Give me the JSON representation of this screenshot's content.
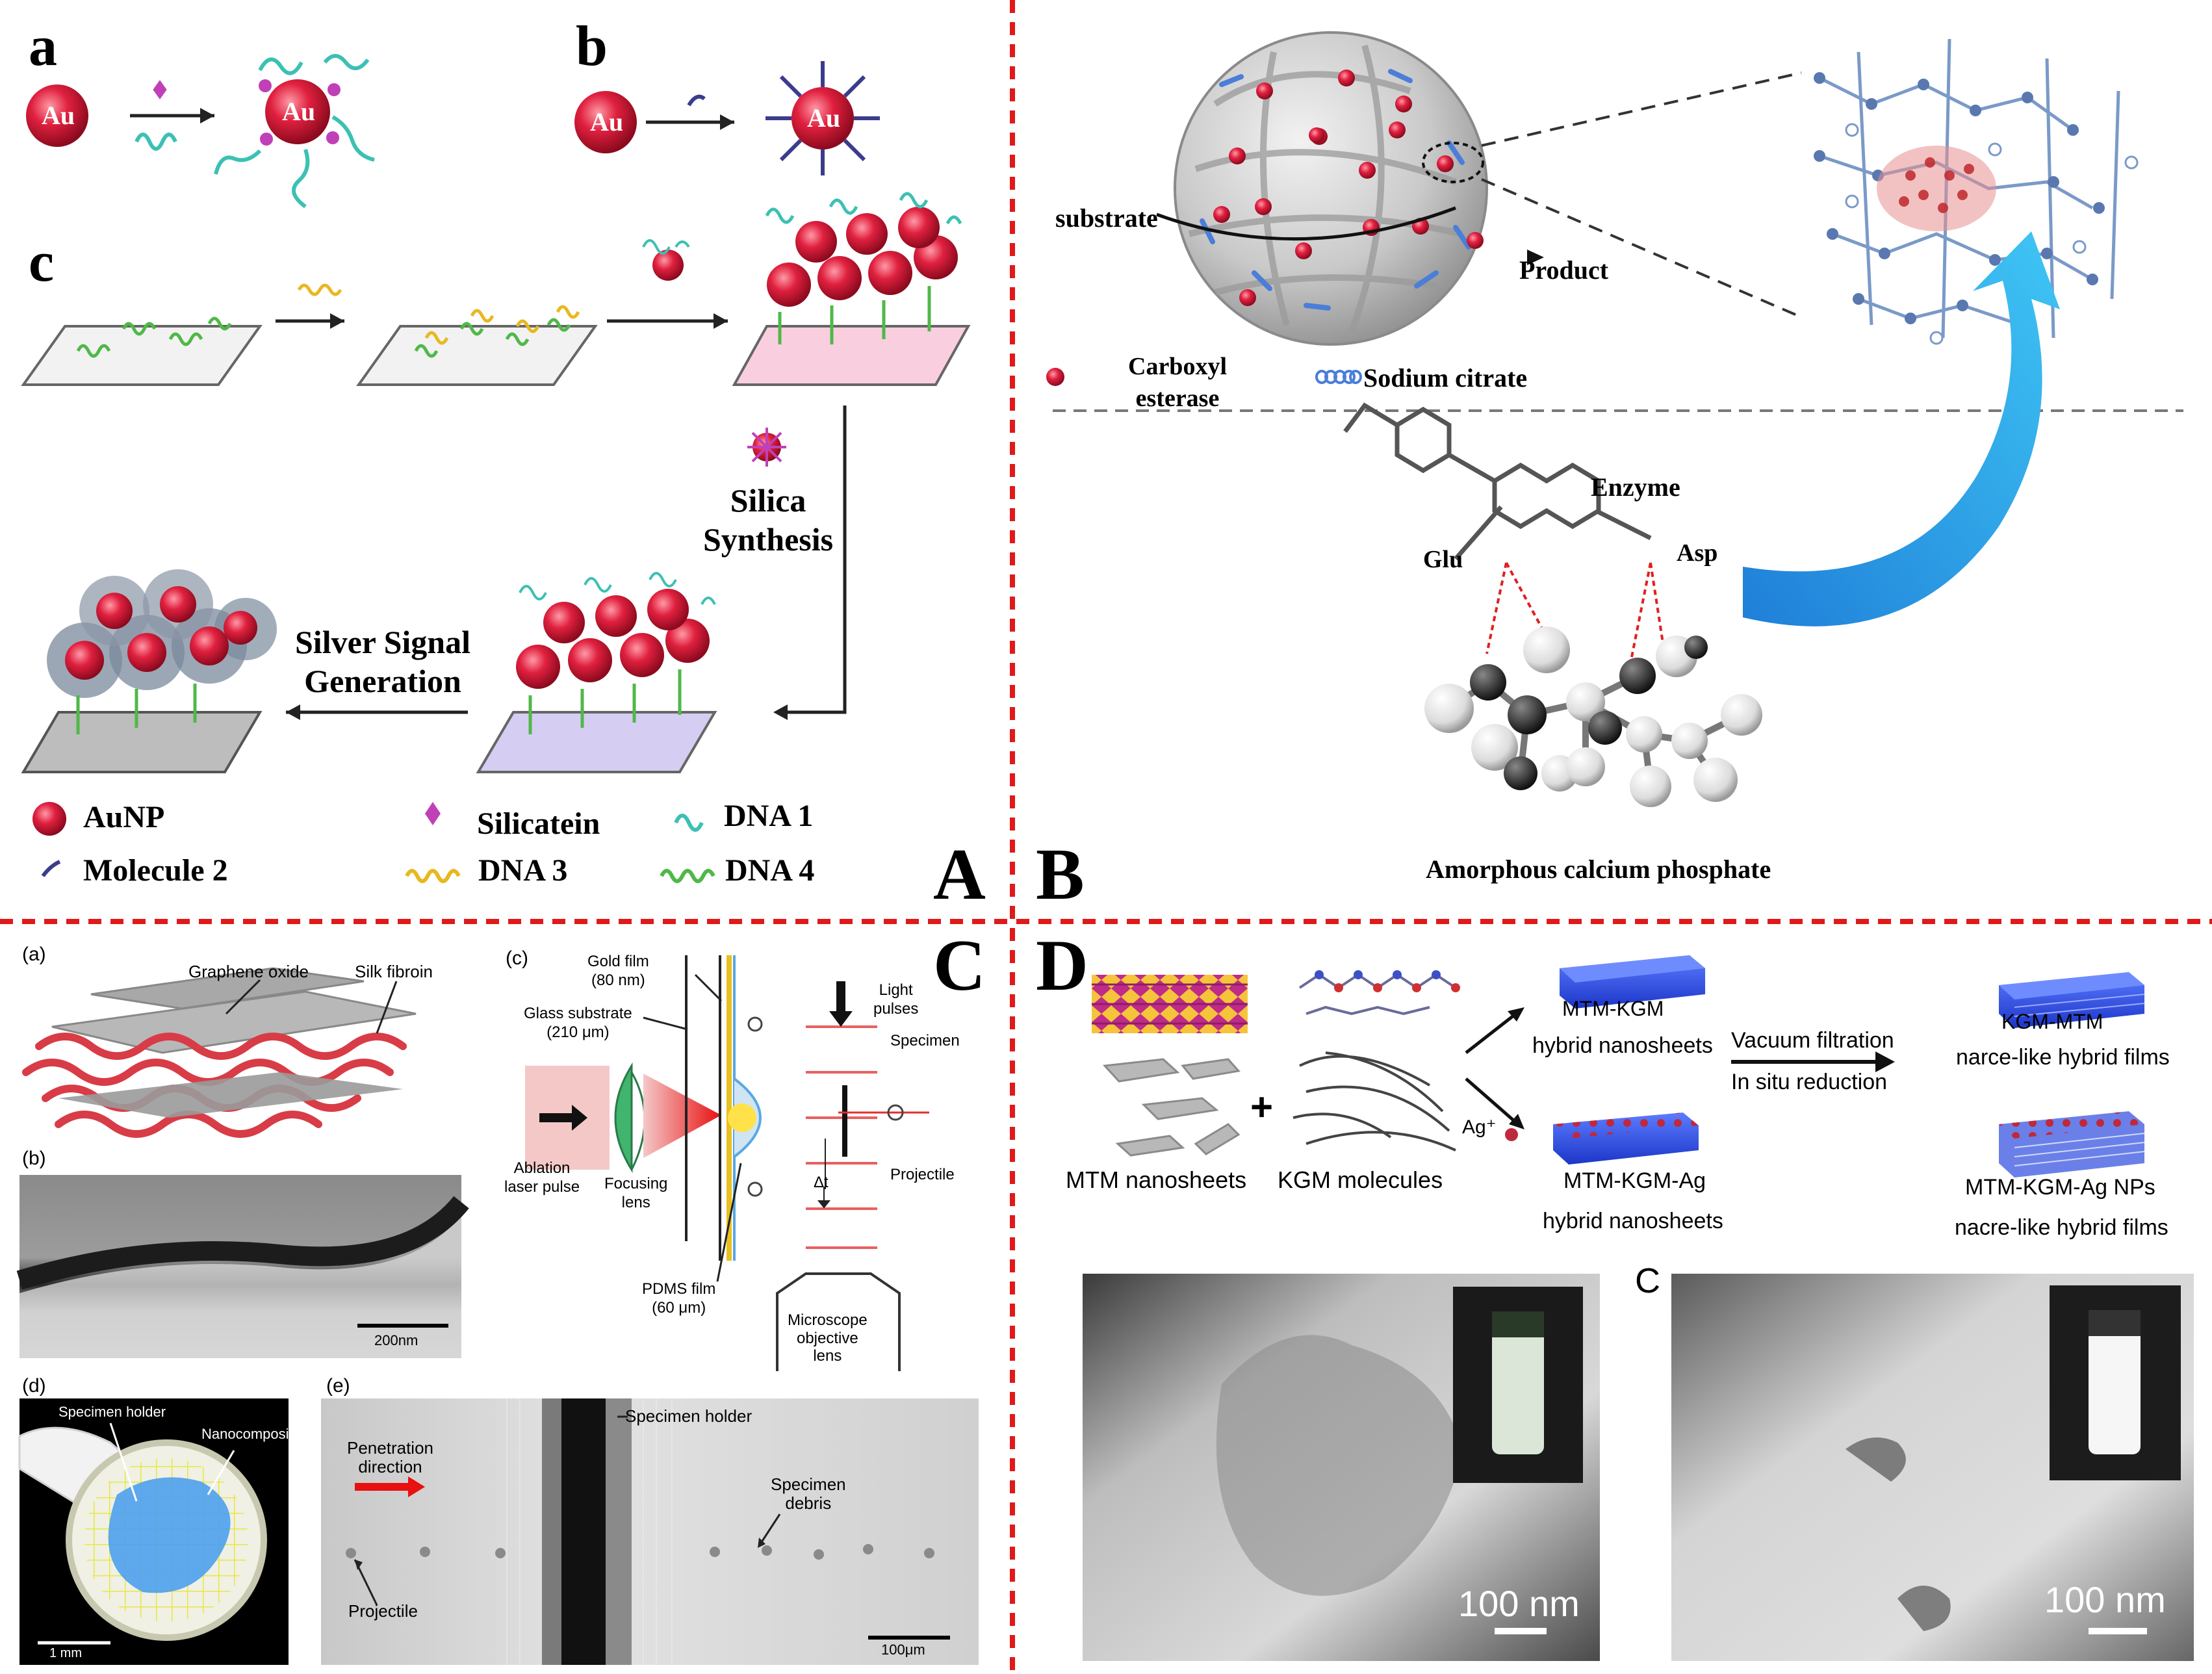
{
  "colors": {
    "divider": "#e11919",
    "gold": "#d81e3c",
    "silicatein": "#c040b8",
    "dna1": "#3cc0b4",
    "dna3": "#e8b820",
    "dna4": "#50b848",
    "molecule2": "#3c3c8c",
    "sheet_blue": "#3858e0",
    "sem_gray": "#7d7d7d"
  },
  "panels": {
    "A": {
      "label": "A",
      "sub_a": "a",
      "sub_b": "b",
      "sub_c": "c",
      "au": "Au",
      "step_silica": "Silica\nSynthesis",
      "step_silver": "Silver Signal\nGeneration",
      "legend": {
        "aunp": "AuNP",
        "silicatein": "Silicatein",
        "dna1": "DNA 1",
        "molecule2": "Molecule 2",
        "dna3": "DNA 3",
        "dna4": "DNA 4"
      }
    },
    "B": {
      "label": "B",
      "substrate": "substrate",
      "product": "Product",
      "carboxyl_esterase": "Carboxyl\nesterase",
      "sodium_citrate": "Sodium citrate",
      "enzyme": "Enzyme",
      "glu": "Glu",
      "asp": "Asp",
      "acp": "Amorphous calcium phosphate"
    },
    "C": {
      "label": "C",
      "sub_a": "(a)",
      "sub_b": "(b)",
      "sub_c": "(c)",
      "sub_d": "(d)",
      "sub_e": "(e)",
      "graphene_oxide": "Graphene oxide",
      "silk_fibroin": "Silk fibroin",
      "scale_200nm": "200nm",
      "gold_film": "Gold film\n(80 nm)",
      "glass_substrate": "Glass substrate\n(210 μm)",
      "light_pulses": "Light\npulses",
      "specimen": "Specimen",
      "ablation": "Ablation\nlaser pulse",
      "focusing_lens": "Focusing\nlens",
      "delta_t": "Δt",
      "projectile_c": "Projectile",
      "pdms": "PDMS film\n(60 μm)",
      "microscope": "Microscope\nobjective\nlens",
      "specimen_holder_d": "Specimen holder",
      "nanocomposite": "Nanocomposite",
      "scale_1mm": "1 mm",
      "specimen_holder_e": "Specimen holder",
      "penetration": "Penetration\ndirection",
      "specimen_debris": "Specimen\ndebris",
      "projectile_e": "Projectile",
      "scale_100um": "100μm"
    },
    "D": {
      "label": "D",
      "mtm_kgm": "MTM-KGM",
      "hybrid_nanosheets_1": "hybrid nanosheets",
      "vacuum": "Vacuum filtration",
      "in_situ": "In situ reduction",
      "kgm_mtm": "KGM-MTM",
      "nacre_1": "narce-like hybrid films",
      "mtm_nanosheets": "MTM nanosheets",
      "plus": "+",
      "kgm_molecules": "KGM molecules",
      "ag_plus": "Ag⁺",
      "mtm_kgm_ag": "MTM-KGM-Ag",
      "hybrid_nanosheets_2": "hybrid nanosheets",
      "mtm_kgm_ag_nps": "MTM-KGM-Ag NPs",
      "nacre_2": "nacre-like hybrid films",
      "sub_c": "C",
      "scale_left": "100 nm",
      "scale_right": "100 nm"
    }
  }
}
